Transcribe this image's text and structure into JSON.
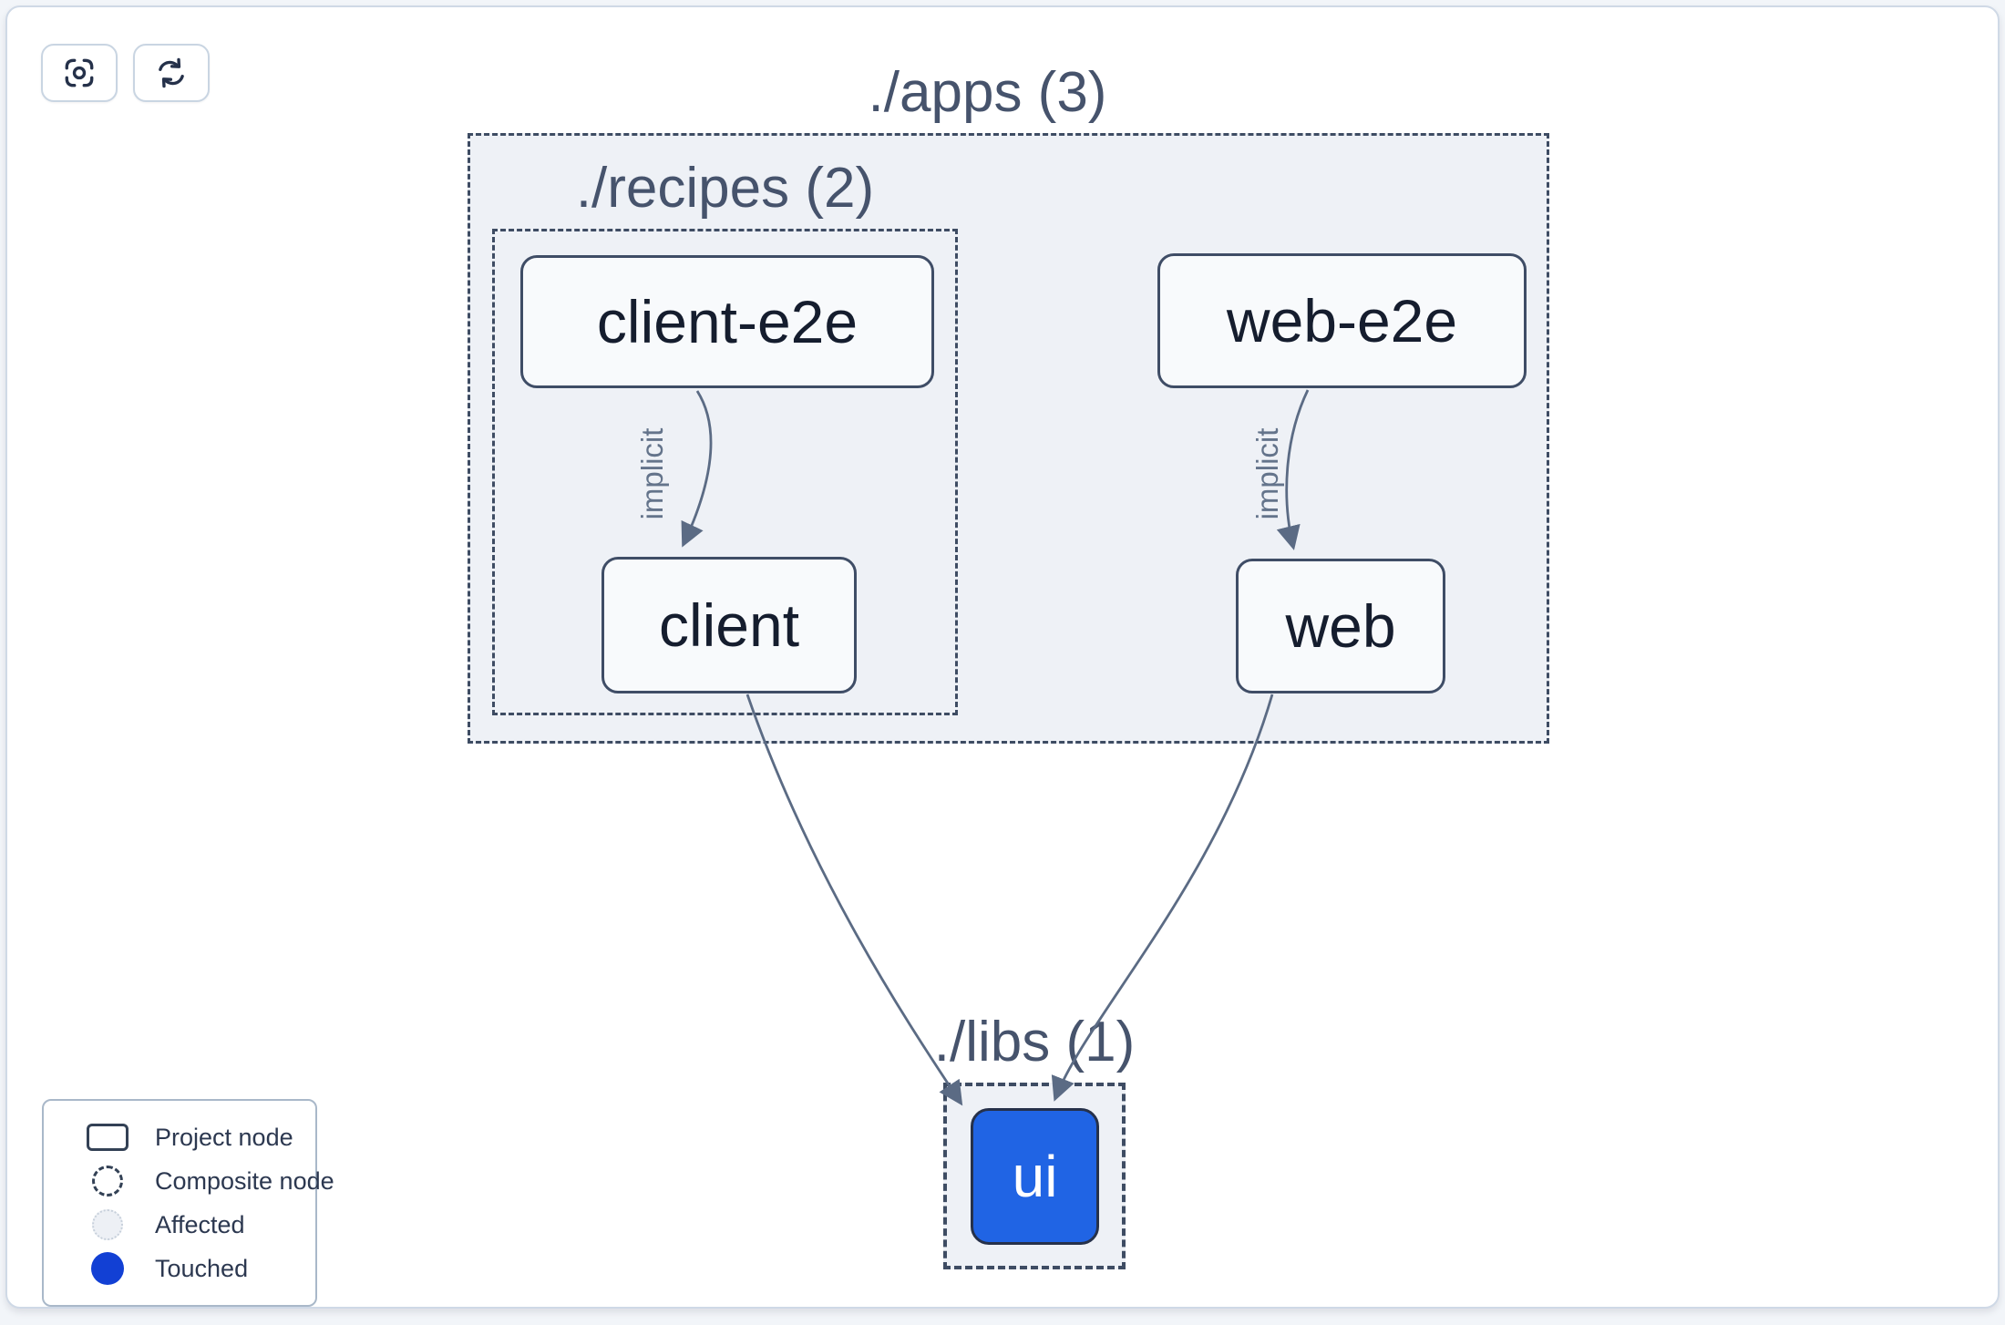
{
  "toolbar": {
    "focus_button": {
      "icon": "focus-center-icon",
      "tooltip": ""
    },
    "refresh_button": {
      "icon": "refresh-icon",
      "tooltip": ""
    }
  },
  "graph": {
    "containers": [
      {
        "id": "apps",
        "label": "./apps (3)"
      },
      {
        "id": "recipes",
        "label": "./recipes (2)"
      },
      {
        "id": "libs",
        "label": "./libs (1)"
      }
    ],
    "nodes": [
      {
        "id": "client-e2e",
        "label": "client-e2e",
        "state": "normal"
      },
      {
        "id": "web-e2e",
        "label": "web-e2e",
        "state": "normal"
      },
      {
        "id": "client",
        "label": "client",
        "state": "normal"
      },
      {
        "id": "web",
        "label": "web",
        "state": "normal"
      },
      {
        "id": "ui",
        "label": "ui",
        "state": "touched"
      }
    ],
    "edges": [
      {
        "from": "client-e2e",
        "to": "client",
        "label": "implicit"
      },
      {
        "from": "web-e2e",
        "to": "web",
        "label": "implicit"
      },
      {
        "from": "client",
        "to": "ui",
        "label": ""
      },
      {
        "from": "web",
        "to": "ui",
        "label": ""
      }
    ]
  },
  "legend": {
    "items": [
      {
        "label": "Project node",
        "swatch": "project"
      },
      {
        "label": "Composite node",
        "swatch": "composite"
      },
      {
        "label": "Affected",
        "swatch": "affected"
      },
      {
        "label": "Touched",
        "swatch": "touched"
      }
    ]
  },
  "colors": {
    "touched_node": "#2064e4",
    "touched_legend": "#1240d4",
    "container_fill": "#eef1f6",
    "container_border": "#3e4c63",
    "node_fill": "#f8fafc",
    "node_border": "#3f4d66",
    "node_text": "#151d2e",
    "title_text": "#46536c",
    "edge": "#5b6b84"
  }
}
